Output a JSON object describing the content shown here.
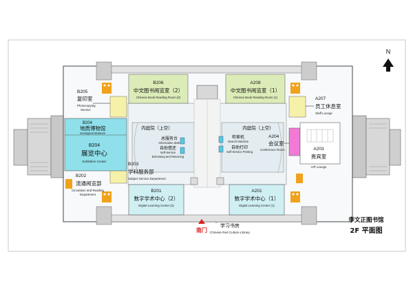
{
  "north_label": "N",
  "library_name": "李文正图书馆",
  "floor_title": "2F 平面图",
  "entrance_label": "南门",
  "colors": {
    "reading": "#dcecb8",
    "exhibition": "#8fe0ea",
    "digital": "#cfeff3",
    "conference": "#f27ad6",
    "service": "#f6f1a8",
    "corridor": "#eef3f6",
    "toilet": "#f0a21c",
    "entrance": "#e0201c"
  },
  "rooms": {
    "b206": {
      "code": "B206",
      "zh": "中文图书阅览室（2）",
      "en": "Chinese Book Reading Room (2)"
    },
    "a208": {
      "code": "A208",
      "zh": "中文图书阅览室（1）",
      "en": "Chinese Book Reading Room (1)"
    },
    "b205": {
      "code": "B205",
      "zh": "复印室",
      "en1": "Photocopying",
      "en2": "Service"
    },
    "a207": {
      "code": "A207",
      "zh": "员工休息室",
      "en": "Staff Lounge"
    },
    "b204a": {
      "code": "B204",
      "zh": "地质博物馆",
      "en": "Geological Museum"
    },
    "b204b": {
      "code": "B204",
      "zh": "展览中心",
      "en": "Exhibition Center"
    },
    "b203": {
      "code": "B203",
      "zh": "学科服务部",
      "en": "Subject Service Department"
    },
    "b202": {
      "code": "B202",
      "zh": "流通阅览部",
      "en1": "Circulation and Reading",
      "en2": "Department"
    },
    "a204": {
      "code": "A204",
      "zh": "会议室",
      "en": "Conference Room"
    },
    "a203": {
      "code": "A203",
      "zh": "贵宾室",
      "en": "VIP Lounge"
    },
    "b201": {
      "code": "B201",
      "zh": "数字学术中心（2）",
      "en": "Digital Learning Center (2)"
    },
    "a201": {
      "code": "A201",
      "zh": "数字学术中心（1）",
      "en": "Digital Learning Center (1)"
    },
    "courtyard_left": {
      "zh": "内庭院（上空）"
    },
    "courtyard_right": {
      "zh": "内庭院（上空）"
    },
    "info_desk": {
      "zh": "总服务台",
      "en": "Information desk"
    },
    "self_borrow": {
      "zh": "自助借还",
      "en1": "Self-Service",
      "en2": "Borrowing and Returning"
    },
    "search": {
      "zh": "检索机",
      "en": "Search Machine"
    },
    "print": {
      "zh": "自助打印",
      "en": "Self-Service Printing"
    },
    "study": {
      "zh": "学习书房",
      "en": "Chinese Red Culture Library"
    }
  },
  "icons": [
    "north-arrow-icon",
    "toilet-icon",
    "elevator-icon",
    "entrance-arrow-icon",
    "kiosk-icon"
  ]
}
